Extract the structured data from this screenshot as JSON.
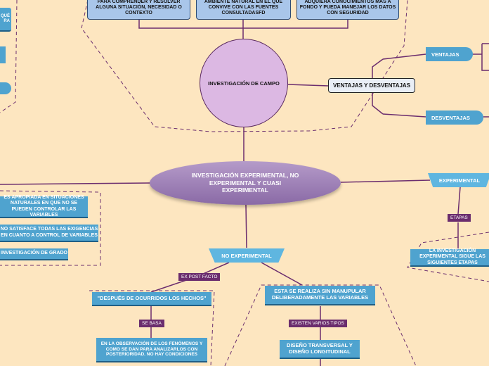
{
  "central": {
    "label": "INVESTIGACIÓN EXPERIMENTAL, NO EXPERIMENTAL Y CUASI EXPERIMENTAL"
  },
  "campo": {
    "label": "INVESTIGACIÓN DE CAMPO",
    "top_boxes": [
      "PARA COMPRENDER Y RESOLVER ALGUNA SITUACIÓN, NECESIDAD O CONTEXTO",
      "AMBIENTE NATURAL EN EL QUE CONVIVE CON LAS FUENTES CONSULTADASFD",
      "ADQUIERA CONOCIMIENTOS MÁS A FONDO Y PUEDA MANEJAR LOS DATOS CON SEGURIDAD"
    ],
    "ventajas_desventajas": "VENTAJAS Y DESVENTAJAS",
    "ventajas": "VENTAJAS",
    "desventajas": "DESVENTAJAS"
  },
  "left_partial": {
    "top_fragment_1": "QUÉ",
    "top_fragment_2": "RA"
  },
  "cuasi_items": [
    "ES APROPIADA EN SITUACIONES NATURALES EN QUE NO SE PUEDEN CONTROLAR LAS VARIABLES",
    "NO SATISFACE TODAS LAS EXIGENCIAS EN CUANTO A CONTROL DE VARIABLES",
    "INVESTIGACIÓN DE GRADO"
  ],
  "experimental": {
    "label": "EXPERIMENTAL",
    "tag": "ETAPAS",
    "child": "LA INVESTIGACIÓN EXPERIMENTAL SIGUE LAS SIGUIENTES ETAPAS"
  },
  "no_experimental": {
    "label": "NO EXPERIMENTAL",
    "left_tag": "EX POST FACTO",
    "left_box": "\"DESPUÉS DE OCURRIDOS LOS HECHOS\"",
    "left_tag2": "SE BASA",
    "left_box2": "EN LA OBSERVACIÓN DE LOS FENÓMENOS Y COMO SE DAN PARA ANALIZARLOS CON POSTERIORIDAD. NO HAY CONDICIONES",
    "right_box": "ESTA SE REALIZA SIN MANUPULAR DELIBERADAMENTE LAS VARIABLES",
    "right_tag": "EXISTEN VARIOS TIPOS",
    "right_box2": "DISEÑO TRANSVERSAL Y DISEÑO LONGITUDINAL"
  }
}
